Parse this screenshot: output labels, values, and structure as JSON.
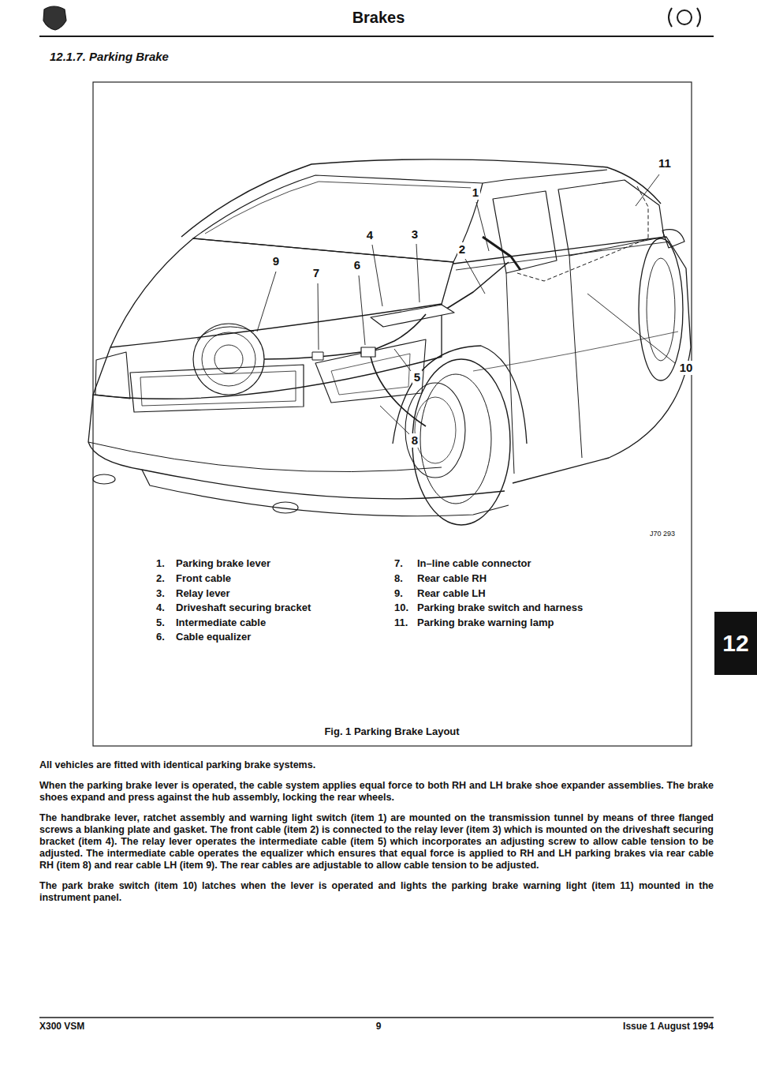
{
  "diagram": {
    "title": "12.1.7. Parking Brake",
    "caption": "Fig. 1 Parking Brake Layout",
    "nodes": [
      {
        "text": [
          "12"
        ]
      }
    ],
    "labels": [
      "Brakes",
      "11",
      "1",
      "4",
      "3",
      "2",
      "9",
      "7",
      "6",
      "10",
      "5",
      "8",
      "J70 293",
      "1.",
      "Parking brake lever",
      "7.",
      "In–line cable connector",
      "2.",
      "Front cable",
      "8.",
      "Rear cable RH",
      "3.",
      "Relay lever",
      "9.",
      "Rear cable LH",
      "4.",
      "Driveshaft securing bracket",
      "10.",
      "Parking brake switch and harness",
      "5.",
      "Intermediate cable",
      "11.",
      "Parking brake warning lamp",
      "6.",
      "Cable equalizer",
      "All vehicles are fitted with identical parking brake systems.",
      "When the parking brake lever is operated, the cable system applies equal force to both RH and LH brake shoe expander assemblies. The brake shoes expand and press against the hub assembly, locking the rear wheels.",
      "The handbrake lever, ratchet assembly and warning light switch (item 1) are mounted on the transmission tunnel by means of three flanged screws a blanking plate and gasket. The front cable (item 2) is connected to the relay lever (item 3) which is mounted on the driveshaft securing bracket (item 4). The relay lever operates the intermediate cable (item 5) which incorporates an adjusting screw to allow cable tension to be adjusted. The intermediate cable operates the equalizer which ensures that equal force is applied to RH and LH parking brakes via rear cable RH (item 8) and rear cable LH (item 9). The rear cables are adjustable to allow cable tension to be adjusted.",
      "The park brake switch (item 10) latches when the lever is operated and lights the parking brake warning light (item 11) mounted in the instrument panel.",
      "X300 VSM",
      "9",
      "Issue 1 August 1994"
    ]
  }
}
